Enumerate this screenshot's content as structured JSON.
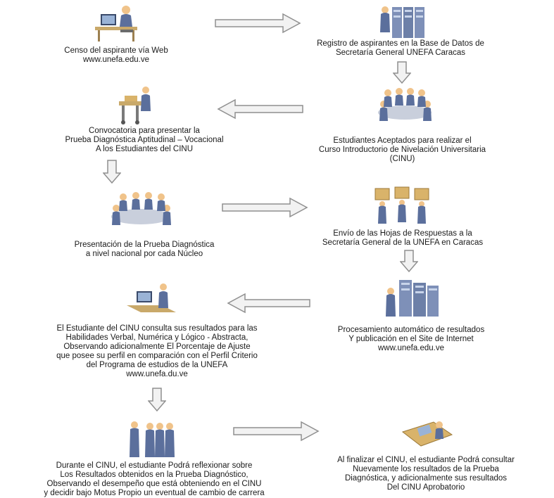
{
  "steps": [
    {
      "id": "censo",
      "text": "Censo del aspirante vía Web\nwww.unefa.edu.ve",
      "icon": "web-user-icon"
    },
    {
      "id": "registro",
      "text": "Registro de aspirantes en la Base de Datos de\nSecretaría General UNEFA Caracas",
      "icon": "database-servers-icon"
    },
    {
      "id": "aceptados",
      "text": "Estudiantes Aceptados para realizar el\nCurso Introductorio de Nivelación Universitaria\n(CINU)",
      "icon": "meeting-group-icon"
    },
    {
      "id": "convocatoria",
      "text": "Convocatoria para presentar la\nPrueba Diagnóstica Aptitudinal – Vocacional\nA los Estudiantes del CINU",
      "icon": "speaker-podium-icon"
    },
    {
      "id": "presentacion",
      "text": "Presentación de la Prueba Diagnóstica\na nivel nacional por cada Núcleo",
      "icon": "exam-group-icon"
    },
    {
      "id": "envio",
      "text": "Envío de las Hojas de Respuestas a la\nSecretaría General de la UNEFA en Caracas",
      "icon": "courier-boxes-icon"
    },
    {
      "id": "procesamiento",
      "text": "Procesamiento automático de resultados\nY publicación en el Site de Internet\nwww.unefa.edu.ve",
      "icon": "server-rack-icon"
    },
    {
      "id": "consulta",
      "text": "El Estudiante del CINU consulta sus resultados para las\nHabilidades Verbal, Numérica y Lógico - Abstracta,\nObservando adicionalmente El Porcentaje de Ajuste\nque posee su perfil en comparación con el Perfil Criterio\ndel Programa de estudios de la UNEFA\nwww.unefa.du.ve",
      "icon": "workstation-user-icon"
    },
    {
      "id": "reflexion",
      "text": "Durante el CINU, el estudiante Podrá reflexionar sobre\nLos Resultados obtenidos en la Prueba Diagnóstico,\nObservando el desempeño que está obteniendo en el CINU\ny decidir bajo Motus Propio un eventual de cambio de carrera",
      "icon": "standing-group-icon"
    },
    {
      "id": "final",
      "text": "Al finalizar el CINU, el estudiante Podrá consultar\nNuevamente los resultados de la Prueba\nDiagnóstica, y adicionalmente sus resultados\nDel CINU Aprobatorio",
      "icon": "desk-user-icon"
    }
  ],
  "colors": {
    "arrow_fill": "#f2f2f2",
    "arrow_stroke": "#8f8f8f",
    "body": "#5b6f9c",
    "skin": "#f0c38a",
    "screen": "#9ab3d6",
    "desk": "#c9a96a"
  }
}
